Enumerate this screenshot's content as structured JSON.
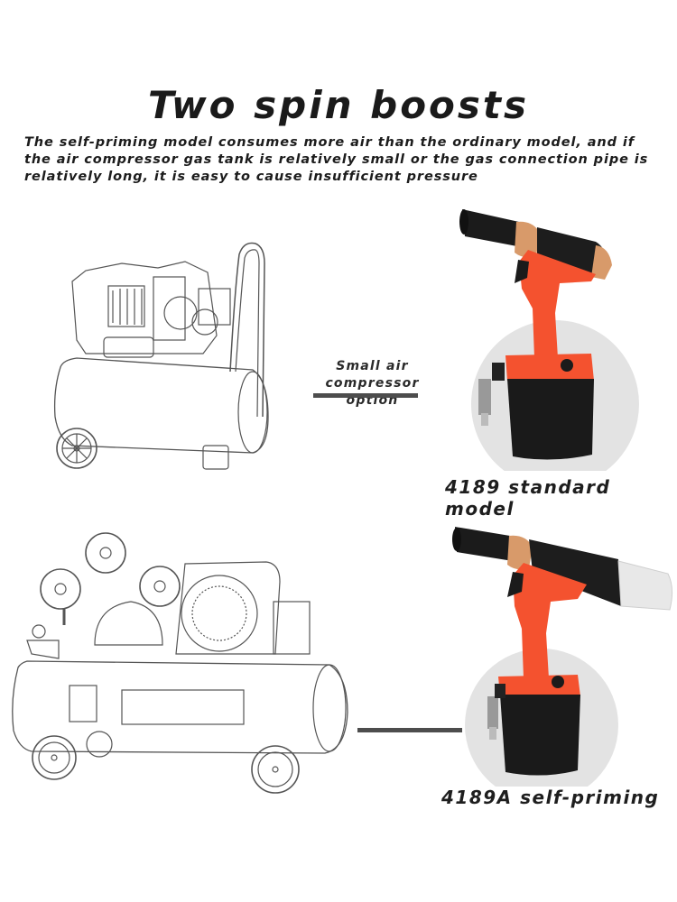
{
  "header": {
    "title": "Two spin boosts",
    "description": "The self-priming model consumes more air than the ordinary model, and if the air compressor gas tank is relatively small or the gas connection pipe is relatively long, it is easy to cause insufficient pressure"
  },
  "comparison": {
    "option_label_line1": "Small air",
    "option_label_line2": "compressor option",
    "products": [
      {
        "name": "4189 standard model",
        "type": "rivet-gun-standard",
        "paired_with": "small-air-compressor"
      },
      {
        "name": "4189A self-priming",
        "type": "rivet-gun-self-priming",
        "paired_with": "large-air-compressor"
      }
    ]
  },
  "colors": {
    "tool_body": "#f4522f",
    "tool_black": "#1b1b1b",
    "copper_ring": "#d89a6a",
    "backdrop_circle": "#e3e3e3",
    "connector_bar": "#4d4d4d",
    "text": "#1a1a1a"
  }
}
